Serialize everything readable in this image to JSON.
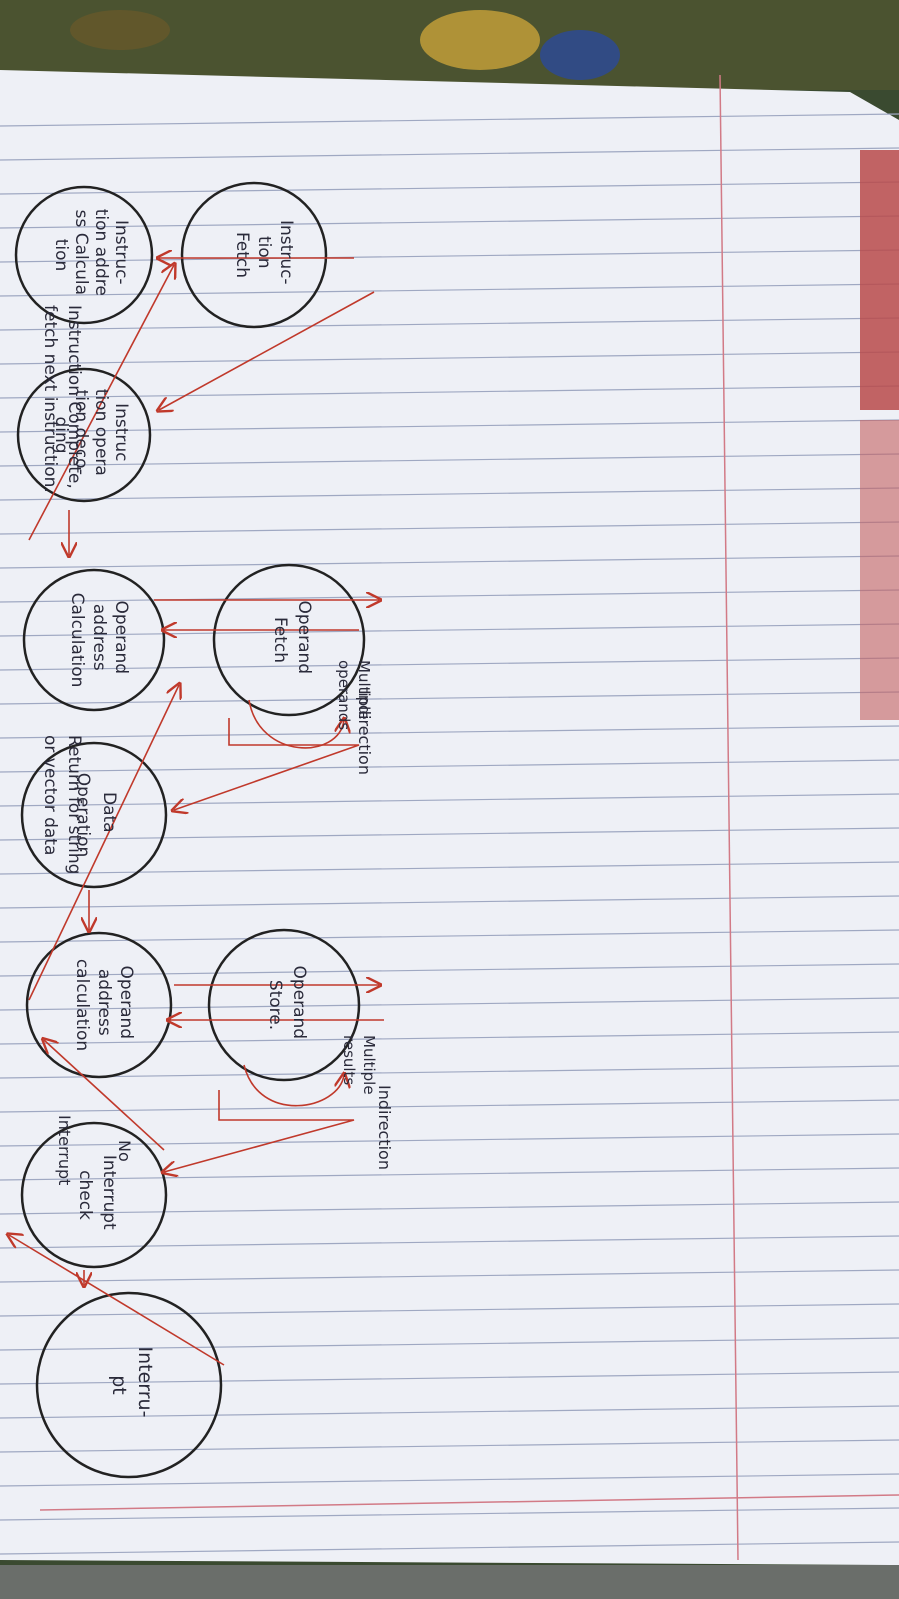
{
  "diagram": {
    "nodes": {
      "instruction_fetch": [
        "Instruc-",
        "tion",
        "Fetch"
      ],
      "instruction_address_calc": [
        "Instruc-",
        "tion addre",
        "ss Calcula",
        "tion"
      ],
      "instruction_decoding": [
        "Instruc",
        "tion opera",
        "tion deco-",
        "ding"
      ],
      "operand_address_calc_1": [
        "Operand",
        "address",
        "Calculation"
      ],
      "operand_fetch": [
        "Operand",
        "Fetch"
      ],
      "data_operation": [
        "Data",
        "Operation"
      ],
      "operand_store": [
        "Operand",
        "Store."
      ],
      "operand_address_calc_2": [
        "Operand",
        "address",
        "calculation"
      ],
      "interrupt_check": [
        "Interrupt",
        "check"
      ],
      "interrupt": [
        "Interru-",
        "pt"
      ]
    },
    "labels": {
      "indirection_1": "Indirection",
      "indirection_2": "Indirection",
      "multiple_operands": [
        "Multiple",
        "operands"
      ],
      "multiple_results": [
        "Multiple",
        "results"
      ],
      "instruction_complete": [
        "Instruction Complete,",
        "fetch next instruction."
      ],
      "return_for_string": [
        "Return for string",
        "or vector data"
      ],
      "no_label": "No",
      "interrupt_label": "Interrupt"
    }
  }
}
